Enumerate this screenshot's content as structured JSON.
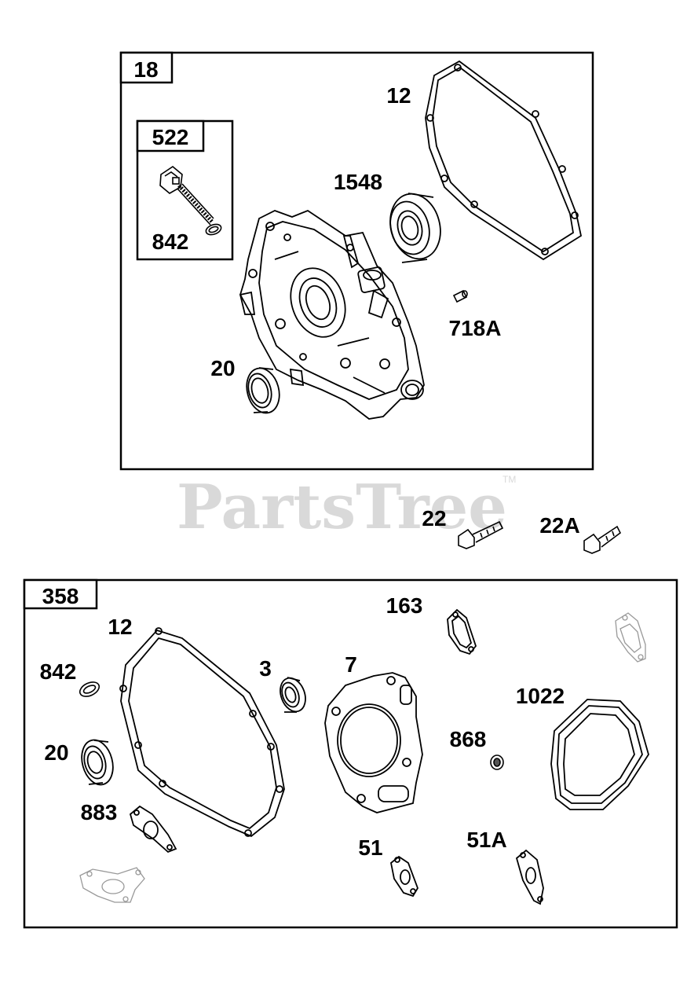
{
  "groups": {
    "g18": {
      "number": "18"
    },
    "g522": {
      "number": "522"
    },
    "g358": {
      "number": "358"
    }
  },
  "callouts": {
    "c12_top": "12",
    "c1548": "1548",
    "c842_top": "842",
    "c718a": "718A",
    "c20_top": "20",
    "c22": "22",
    "c22a": "22A",
    "c163": "163",
    "c12_bot": "12",
    "c842_bot": "842",
    "c3": "3",
    "c7": "7",
    "c1022": "1022",
    "c868": "868",
    "c20_bot": "20",
    "c883": "883",
    "c51": "51",
    "c51a": "51A"
  },
  "watermark": {
    "brand": "PartsTree",
    "trademark": "TM"
  },
  "colors": {
    "ink": "#000000",
    "watermark": "#d9d9d9",
    "background": "#ffffff"
  }
}
